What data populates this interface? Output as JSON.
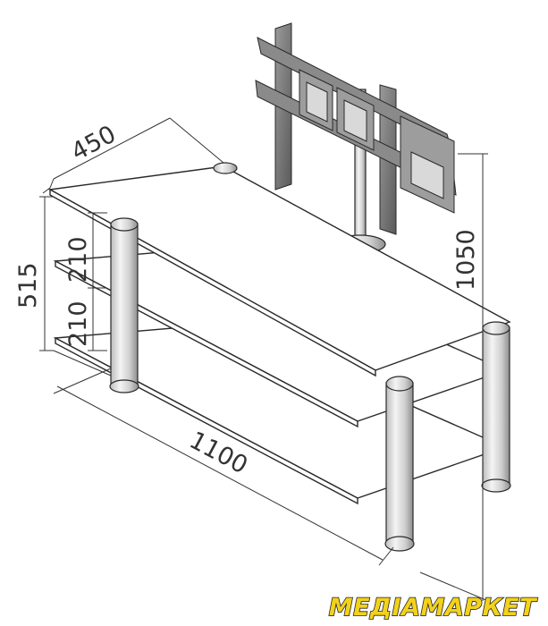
{
  "dimensions": {
    "depth": "450",
    "height": "515",
    "shelf_gap_top": "210",
    "shelf_gap_bottom": "210",
    "width": "1100",
    "total_height": "1050"
  },
  "brand": {
    "name": "МЕДІАМАРКЕТ"
  },
  "colors": {
    "brand_fill": "#f2d21b",
    "line": "#2a2a2a"
  }
}
